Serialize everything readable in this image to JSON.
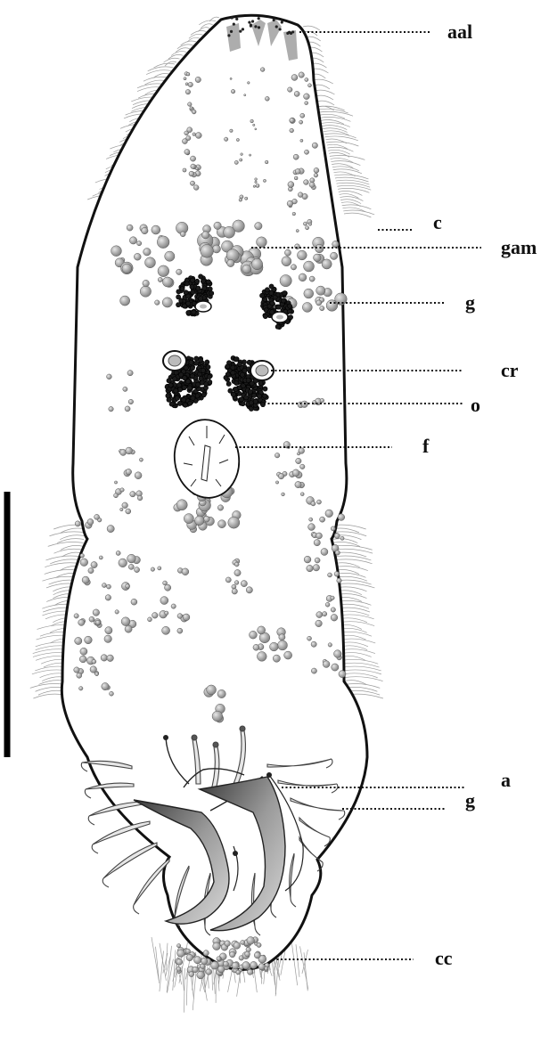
{
  "labels": {
    "aal": "aal",
    "c": "c",
    "gam": "gam",
    "g_upper": "g",
    "cr": "cr",
    "o": "o",
    "f": "f",
    "a": "a",
    "g_lower": "g",
    "cc": "cc"
  },
  "colors": {
    "outline": "#111111",
    "granule": "#9a9a9a",
    "ovary": "#1a1a1a",
    "hook": "#6e6e6e",
    "cilia": "#9c9c9c"
  }
}
